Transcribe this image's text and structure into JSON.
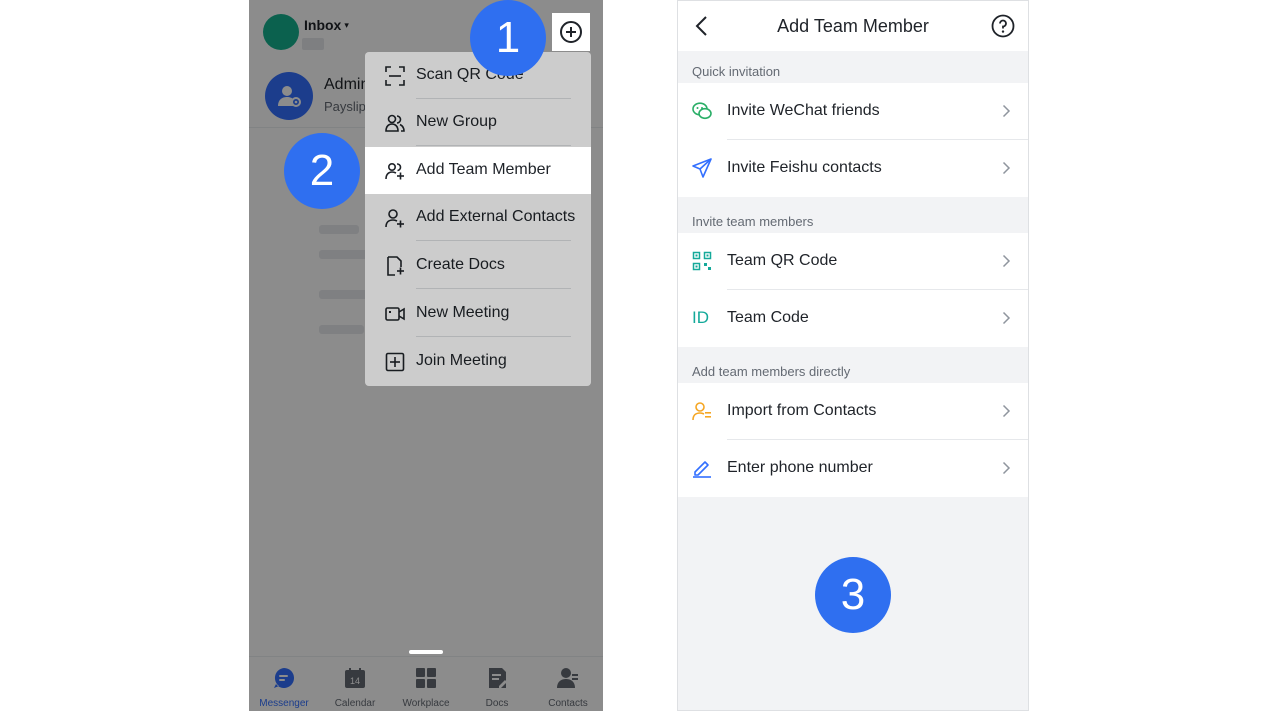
{
  "left_phone": {
    "header": {
      "inbox_label": "Inbox",
      "caret": "▾"
    },
    "chat": {
      "name": "Admin",
      "preview": "Payslip"
    },
    "menu_items": [
      {
        "label": "Scan QR Code",
        "icon": "scan-icon"
      },
      {
        "label": "New Group",
        "icon": "group-icon"
      },
      {
        "label": "Add Team Member",
        "icon": "add-team-icon",
        "highlighted": true
      },
      {
        "label": "Add External Contacts",
        "icon": "add-person-icon"
      },
      {
        "label": "Create Docs",
        "icon": "doc-plus-icon"
      },
      {
        "label": "New Meeting",
        "icon": "video-icon"
      },
      {
        "label": "Join Meeting",
        "icon": "plus-square-icon"
      }
    ],
    "tabs": [
      {
        "label": "Messenger",
        "icon": "chat-bubble-icon",
        "active": true
      },
      {
        "label": "Calendar",
        "icon": "calendar-icon",
        "calendar_day": "14"
      },
      {
        "label": "Workplace",
        "icon": "grid-icon"
      },
      {
        "label": "Docs",
        "icon": "docs-icon"
      },
      {
        "label": "Contacts",
        "icon": "contacts-icon"
      }
    ]
  },
  "step_badges": [
    "1",
    "2",
    "3"
  ],
  "right_phone": {
    "title": "Add Team Member",
    "sections": [
      {
        "title": "Quick invitation",
        "rows": [
          {
            "label": "Invite WeChat friends",
            "icon": "wechat-icon"
          },
          {
            "label": "Invite Feishu contacts",
            "icon": "paper-plane-icon"
          }
        ]
      },
      {
        "title": "Invite team members",
        "rows": [
          {
            "label": "Team QR Code",
            "icon": "qr-code-icon"
          },
          {
            "label": "Team Code",
            "icon": "id-icon",
            "icon_text": "ID"
          }
        ]
      },
      {
        "title": "Add team members directly",
        "rows": [
          {
            "label": "Import from Contacts",
            "icon": "import-contacts-icon"
          },
          {
            "label": "Enter phone number",
            "icon": "pencil-icon"
          }
        ]
      }
    ]
  },
  "colors": {
    "accent_blue": "#3370ff",
    "badge_blue": "#2f6ff0",
    "wechat_green": "#2aae67",
    "teal": "#14a99a",
    "orange": "#f5a623",
    "org_avatar": "#14b18e"
  }
}
